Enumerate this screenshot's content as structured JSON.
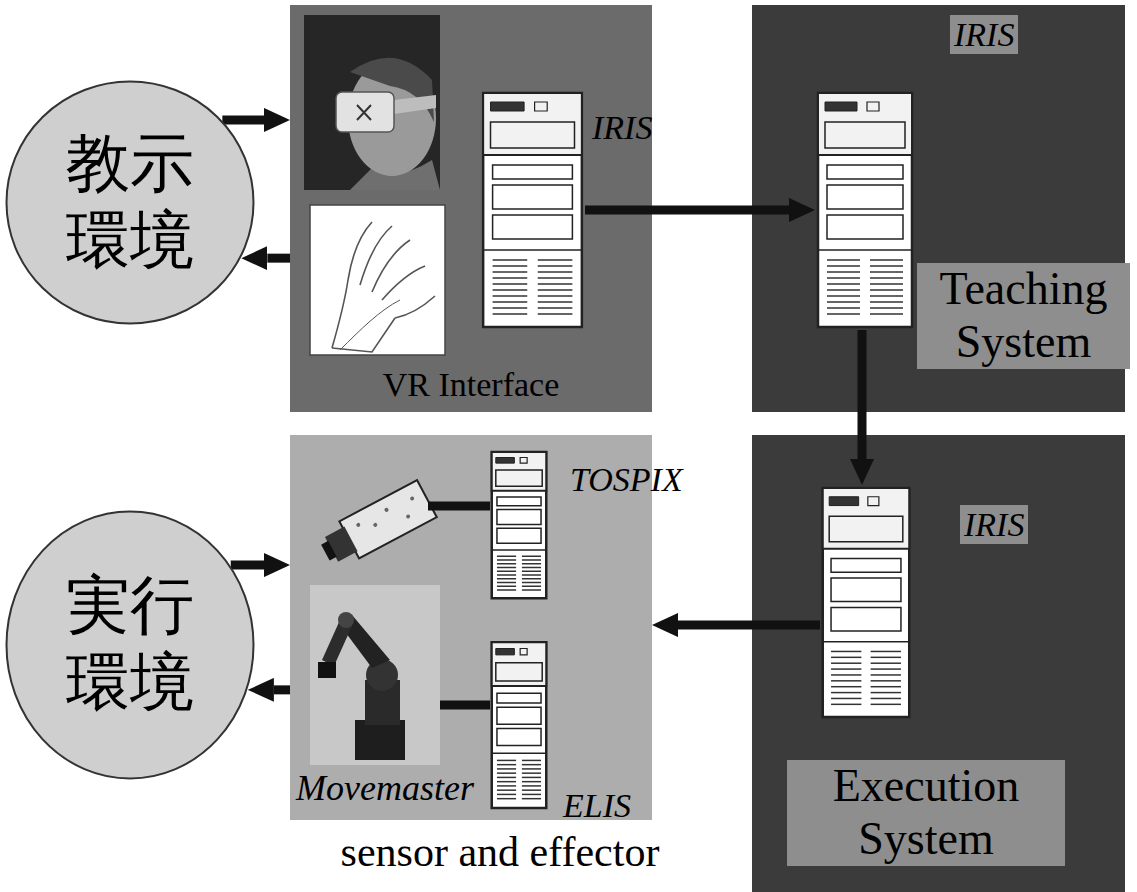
{
  "diagram": {
    "nodes": [
      {
        "text": [
          "教示 環境"
        ]
      },
      {
        "text": [
          "VR Interface"
        ]
      },
      {
        "text": [
          "IRIS"
        ],
        "in": 1
      },
      {
        "text": [
          "Teaching System"
        ]
      },
      {
        "text": [
          "IRIS"
        ],
        "in": 3
      },
      {
        "text": [
          "実行 環境"
        ]
      },
      {
        "text": [
          "sensor and effector"
        ]
      },
      {
        "text": [
          "TOSPIX"
        ],
        "in": 6
      },
      {
        "text": [
          "ELIS"
        ],
        "in": 6
      },
      {
        "text": [
          "Execution System"
        ]
      },
      {
        "text": [
          "IRIS"
        ],
        "in": 9
      }
    ],
    "edges": [
      {
        "from": 0,
        "to": 1,
        "arrow": "to"
      },
      {
        "from": 1,
        "to": 0,
        "arrow": "to"
      },
      {
        "from": 2,
        "to": 4,
        "arrow": "to"
      },
      {
        "from": 4,
        "to": 10,
        "arrow": "to"
      },
      {
        "from": 10,
        "to": 6,
        "arrow": "to"
      },
      {
        "from": 5,
        "to": 6,
        "arrow": "to"
      },
      {
        "from": 6,
        "to": 5,
        "arrow": "to"
      }
    ],
    "labels": [
      "Movemaster"
    ]
  }
}
